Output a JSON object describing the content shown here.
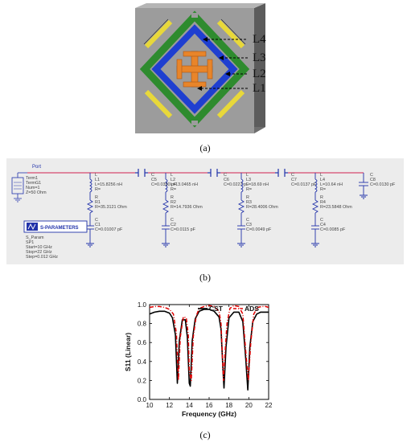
{
  "panel_a": {
    "caption": "(a)",
    "labels": [
      "L4",
      "L3",
      "L2",
      "L1"
    ],
    "colors": {
      "substrate_top": "#9a9a9a",
      "substrate_side": "#5a5a5a",
      "green": "#2e8b2e",
      "blue": "#1f3fd0",
      "yellow": "#e8d83a",
      "orange": "#e8852a"
    }
  },
  "panel_b": {
    "caption": "(b)",
    "port": {
      "title": "Port",
      "lines": [
        "Term1",
        "TermG1",
        "Num=1",
        "Z=50 Ohm"
      ]
    },
    "sparam": {
      "title": "S-PARAMETERS",
      "lines": [
        "S_Param",
        "SP1",
        "Start=10 GHz",
        "Stop=22 GHz",
        "Step=0.012 GHz"
      ]
    },
    "branches": [
      {
        "L": [
          "L",
          "L1",
          "L=15.8256 nH",
          "R="
        ],
        "R": [
          "R",
          "R1",
          "R=35.3121 Ohm"
        ],
        "C": [
          "C",
          "C1",
          "C=0.01007 pF"
        ]
      },
      {
        "L": [
          "L",
          "L2",
          "L=13.0465 nH",
          "R="
        ],
        "R": [
          "R",
          "R2",
          "R=14.7936 Ohm"
        ],
        "C": [
          "C",
          "C2",
          "C=0.0115 pF"
        ]
      },
      {
        "L": [
          "L",
          "L3",
          "L=18.69 nH",
          "R="
        ],
        "R": [
          "R",
          "R3",
          "R=28.4006 Ohm"
        ],
        "C": [
          "C",
          "C3",
          "C=0.0049 pF"
        ]
      },
      {
        "L": [
          "L",
          "L4",
          "L=10.64 nH",
          "R="
        ],
        "R": [
          "R",
          "R4",
          "R=23.5848 Ohm"
        ],
        "C": [
          "C",
          "C4",
          "C=0.0085 pF"
        ]
      }
    ],
    "series_caps": [
      [
        "C",
        "C5",
        "C=0.0350 pF"
      ],
      [
        "C",
        "C6",
        "C=0.0227 pF"
      ],
      [
        "C",
        "C7",
        "C=0.0137 pF"
      ],
      [
        "C",
        "C8",
        "C=0.0130 pF"
      ]
    ]
  },
  "panel_c": {
    "caption": "(c)",
    "chart_data": {
      "type": "line",
      "xlabel": "Frequency (GHz)",
      "ylabel": "S11 (Linear)",
      "xlim": [
        10,
        22
      ],
      "ylim": [
        0.0,
        1.0
      ],
      "xticks": [
        10,
        12,
        14,
        16,
        18,
        20,
        22
      ],
      "yticks": [
        0.0,
        0.2,
        0.4,
        0.6,
        0.8,
        1.0
      ],
      "legend_position": "top-right",
      "series": [
        {
          "name": "CST",
          "color": "#000000",
          "dash": "solid",
          "x": [
            10,
            10.5,
            11,
            11.5,
            12,
            12.3,
            12.6,
            12.8,
            13.0,
            13.3,
            13.6,
            13.8,
            14.0,
            14.1,
            14.3,
            14.6,
            15,
            15.5,
            16,
            16.5,
            17,
            17.2,
            17.4,
            17.5,
            17.7,
            18.0,
            18.5,
            19,
            19.4,
            19.7,
            19.9,
            20.1,
            20.4,
            20.8,
            21.2,
            21.6,
            22
          ],
          "y": [
            0.9,
            0.92,
            0.93,
            0.93,
            0.91,
            0.86,
            0.68,
            0.17,
            0.62,
            0.84,
            0.84,
            0.66,
            0.17,
            0.14,
            0.62,
            0.85,
            0.93,
            0.95,
            0.95,
            0.93,
            0.87,
            0.74,
            0.3,
            0.12,
            0.55,
            0.86,
            0.92,
            0.92,
            0.82,
            0.42,
            0.1,
            0.55,
            0.82,
            0.9,
            0.92,
            0.92,
            0.92
          ]
        },
        {
          "name": "ADS",
          "color": "#e00000",
          "dash": "dash-dot",
          "x": [
            10,
            10.5,
            11,
            11.5,
            12,
            12.4,
            12.7,
            12.9,
            13.1,
            13.4,
            13.7,
            13.9,
            14.0,
            14.2,
            14.4,
            14.7,
            15,
            15.5,
            16,
            16.5,
            17,
            17.2,
            17.45,
            17.6,
            17.8,
            18.1,
            18.5,
            19,
            19.4,
            19.7,
            19.95,
            20.2,
            20.5,
            20.9,
            21.3,
            21.7,
            22
          ],
          "y": [
            0.97,
            0.98,
            0.98,
            0.97,
            0.95,
            0.9,
            0.7,
            0.2,
            0.66,
            0.87,
            0.86,
            0.68,
            0.3,
            0.2,
            0.66,
            0.88,
            0.96,
            0.98,
            0.99,
            0.98,
            0.93,
            0.8,
            0.2,
            0.48,
            0.8,
            0.96,
            0.99,
            0.98,
            0.9,
            0.5,
            0.2,
            0.6,
            0.9,
            0.97,
            0.98,
            0.98,
            0.97
          ]
        }
      ]
    }
  }
}
